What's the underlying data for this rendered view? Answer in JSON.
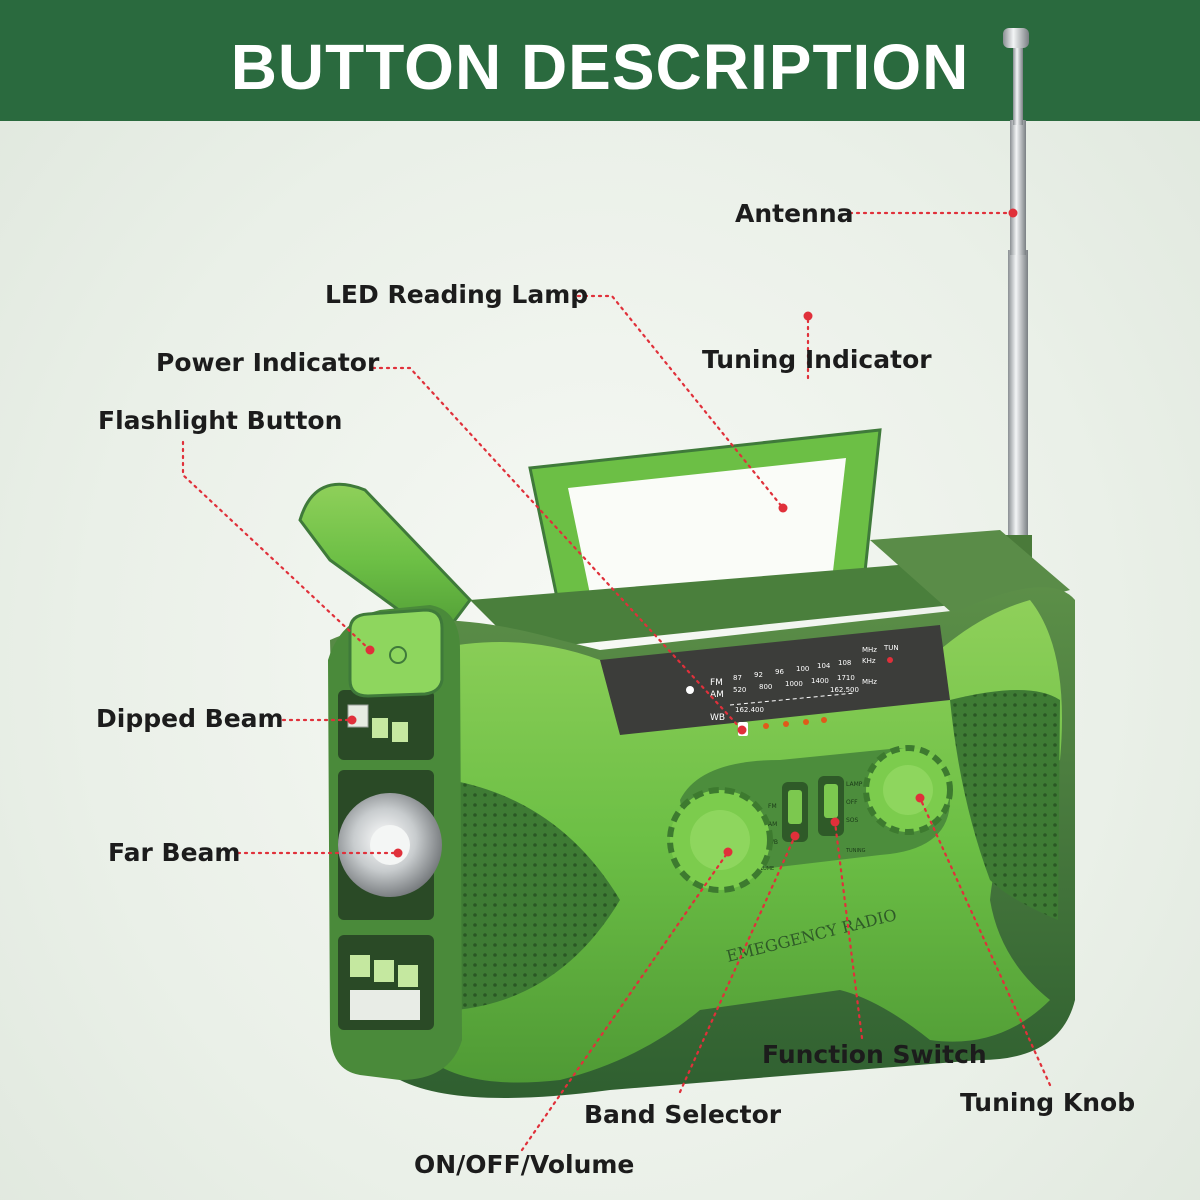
{
  "banner": {
    "title": "BUTTON DESCRIPTION"
  },
  "colors": {
    "banner": "#2a6a3e",
    "body_green": "#6cbf45",
    "dark_green": "#3f7a3a",
    "leader_red": "#e0303a"
  },
  "labels": {
    "antenna": "Antenna",
    "led_reading_lamp": "LED Reading Lamp",
    "power_indicator": "Power Indicator",
    "tuning_indicator": "Tuning Indicator",
    "flashlight_button": "Flashlight Button",
    "dipped_beam": "Dipped Beam",
    "far_beam": "Far Beam",
    "function_switch": "Function Switch",
    "tuning_knob": "Tuning Knob",
    "band_selector": "Band Selector",
    "on_off_volume": "ON/OFF/Volume"
  },
  "radio": {
    "brand_text": "EMEGGENCY RADIO",
    "dial": {
      "fm_label": "FM",
      "am_label": "AM",
      "wb_label": "WB",
      "fm_scale": [
        "87",
        "92",
        "96",
        "100",
        "104",
        "108"
      ],
      "am_scale": [
        "520",
        "800",
        "1000",
        "1400",
        "1710"
      ],
      "wb_values": [
        "162.400",
        "162.500"
      ],
      "units": [
        "MHz",
        "KHz",
        "MHz"
      ],
      "tun_label": "TUN"
    },
    "panel": {
      "band_labels": [
        "FM",
        "AM",
        "WB"
      ],
      "function_labels": [
        "LAMP",
        "OFF",
        "SOS"
      ],
      "off_volume": "OFF VOLUME",
      "tuning": "TUNING"
    }
  }
}
